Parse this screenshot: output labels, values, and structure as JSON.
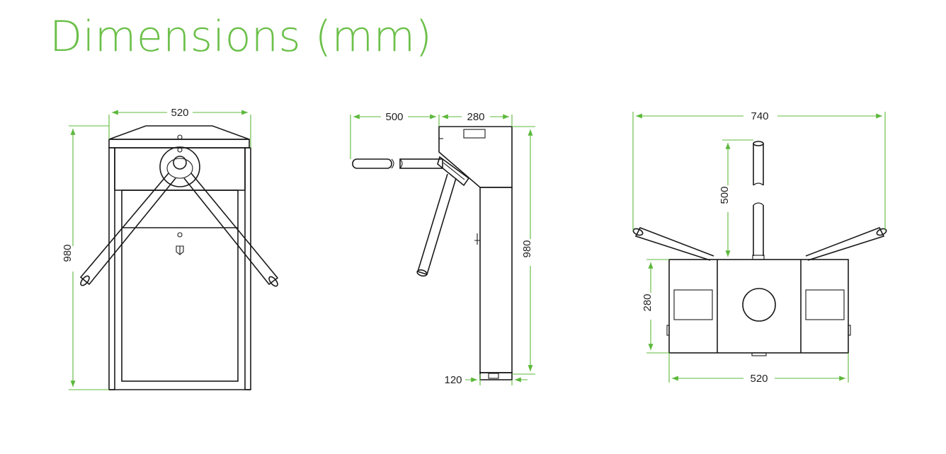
{
  "title": "Dimensions (mm)",
  "colors": {
    "accent": "#6cc04a",
    "dimension_lines": "#5cb83b",
    "drawing": "#1a1a1a"
  },
  "views": {
    "front": {
      "width_label": "520",
      "height_label": "980"
    },
    "side": {
      "arm_label": "500",
      "depth_label": "280",
      "height_label": "980",
      "base_label": "120"
    },
    "top": {
      "overall_label": "740",
      "arm_label": "500",
      "depth_label": "280",
      "width_label": "520"
    }
  }
}
